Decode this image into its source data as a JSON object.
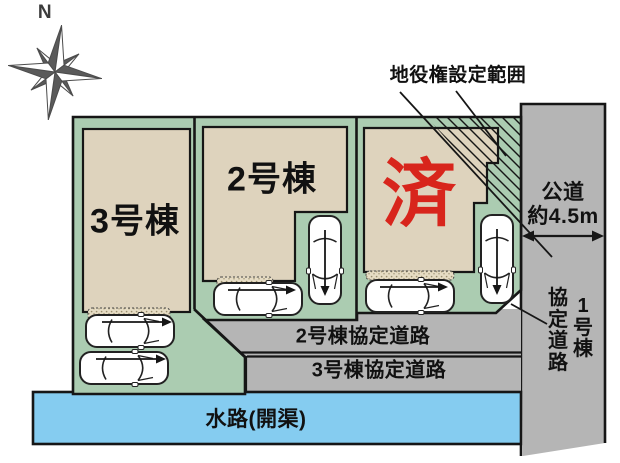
{
  "plan": {
    "compass_label": "N",
    "buildings": {
      "b3_label": "3号棟",
      "b2_label": "2号棟",
      "b1_status": "済"
    },
    "easement_label": "地役権設定範囲",
    "public_road": {
      "line1": "公道",
      "line2": "約4.5m"
    },
    "road1": {
      "col_right": "1号棟",
      "col_left": "協定道路"
    },
    "road2_label": "2号棟協定道路",
    "road3_label": "3号棟協定道路",
    "waterway_label": "水路(開渠)",
    "colors": {
      "lot_green": "#abccb1",
      "building_tan": "#ded3bd",
      "road_gray": "#b5b5b5",
      "water_blue": "#85ccf0",
      "sold_red": "#d8251c",
      "line_black": "#161616"
    }
  }
}
